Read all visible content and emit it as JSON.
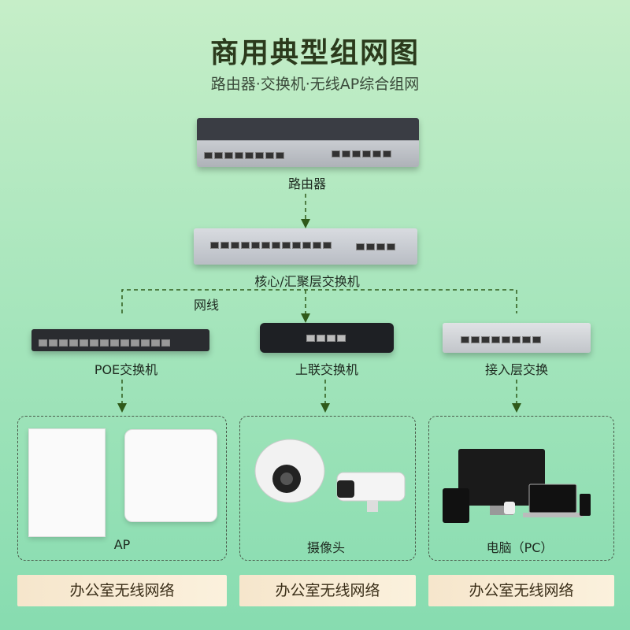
{
  "header": {
    "title": "商用典型组网图",
    "subtitle": "路由器·交换机·无线AP综合组网"
  },
  "nodes": {
    "router": "路由器",
    "core_switch": "核心/汇聚层交换机",
    "cable": "网线",
    "poe_switch": "POE交换机",
    "uplink_switch": "上联交换机",
    "access_switch": "接入层交换",
    "ap": "AP",
    "camera": "摄像头",
    "pc": "电脑（PC）"
  },
  "banners": [
    "办公室无线网络",
    "办公室无线网络",
    "办公室无线网络"
  ],
  "colors": {
    "background_top": "#c6eec8",
    "background_bottom": "#87dcb0",
    "arrow": "#2f5a1a",
    "banner": "#f6e6cc"
  }
}
